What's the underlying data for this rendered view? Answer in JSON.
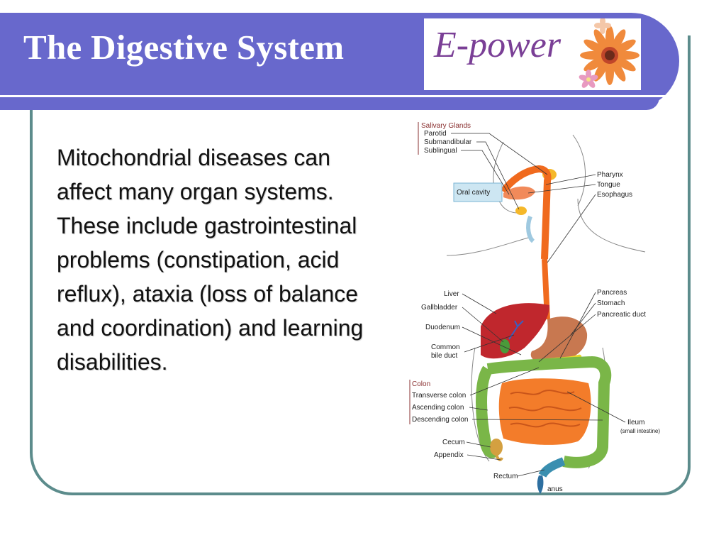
{
  "slide": {
    "title": "The Digestive System",
    "logo_text": "E-power",
    "body": "Mitochondrial diseases can affect many organ systems. These include gastrointestinal problems (constipation, acid reflux), ataxia (loss of balance and coordination) and learning disabilities."
  },
  "diagram": {
    "salivary_header": "Salivary Glands",
    "parotid": "Parotid",
    "submandibular": "Submandibular",
    "sublingual": "Sublingual",
    "oral_cavity": "Oral cavity",
    "pharynx": "Pharynx",
    "tongue": "Tongue",
    "esophagus": "Esophagus",
    "liver": "Liver",
    "gallbladder": "Gallbladder",
    "duodenum": "Duodenum",
    "common_bile_duct_1": "Common",
    "common_bile_duct_2": "bile duct",
    "pancreas": "Pancreas",
    "stomach": "Stomach",
    "pancreatic_duct": "Pancreatic duct",
    "colon_header": "Colon",
    "transverse_colon": "Transverse colon",
    "ascending_colon": "Ascending colon",
    "descending_colon": "Descending colon",
    "cecum": "Cecum",
    "appendix": "Appendix",
    "rectum": "Rectum",
    "anus": "anus",
    "ileum": "Ileum",
    "ileum_note": "(small intestine)"
  },
  "colors": {
    "title_bar": "#6868cc",
    "frame": "#5c8c8c",
    "esophagus": "#f06a1e",
    "liver": "#c0272d",
    "stomach": "#c87850",
    "colon": "#7ab648",
    "small_intestine": "#f37c2a",
    "pancreas": "#e8d82a",
    "rectum": "#3a8fb0"
  }
}
